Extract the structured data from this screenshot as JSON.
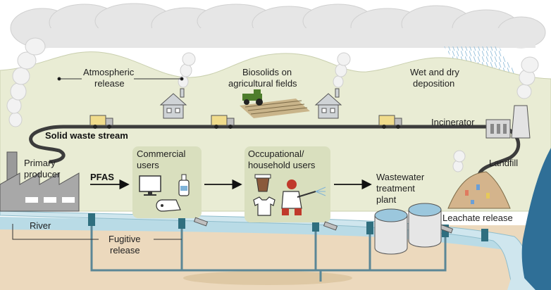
{
  "labels": {
    "atmospheric_release_1": "Atmospheric",
    "atmospheric_release_2": "release",
    "biosolids_1": "Biosolids on",
    "biosolids_2": "agricultural fields",
    "deposition_1": "Wet and dry",
    "deposition_2": "deposition",
    "solid_waste": "Solid waste stream",
    "incinerator": "Incinerator",
    "primary_producer_1": "Primary",
    "primary_producer_2": "producer",
    "pfas": "PFAS",
    "commercial_1": "Commercial",
    "commercial_2": "users",
    "occupational_1": "Occupational/",
    "occupational_2": "household users",
    "wastewater_1": "Wastewater",
    "wastewater_2": "treatment",
    "wastewater_3": "plant",
    "landfill": "Landfill",
    "river": "River",
    "fugitive_1": "Fugitive",
    "fugitive_2": "release",
    "leachate": "Leachate release"
  },
  "colors": {
    "cloud": "#eaeaea",
    "hill": "#e9ecd4",
    "panel": "#d9dfbe",
    "river": "#cfe6ee",
    "groundwater": "#b9dbe6",
    "soil": "#ecd9bd",
    "sea": "#2f6f97",
    "pipe": "#3f7f93",
    "road": "#3c3c3c",
    "smoke": "#f2f2f2"
  },
  "icons": [
    "factory-icon",
    "house-icon",
    "truck-icon",
    "tractor-icon",
    "incinerator-icon",
    "landfill-icon",
    "monitor-icon",
    "bottle-icon",
    "paper-roll-icon",
    "coffee-cup-icon",
    "tshirt-icon",
    "firefighter-icon",
    "treatment-tank-icon",
    "drain-pipe-icon"
  ]
}
